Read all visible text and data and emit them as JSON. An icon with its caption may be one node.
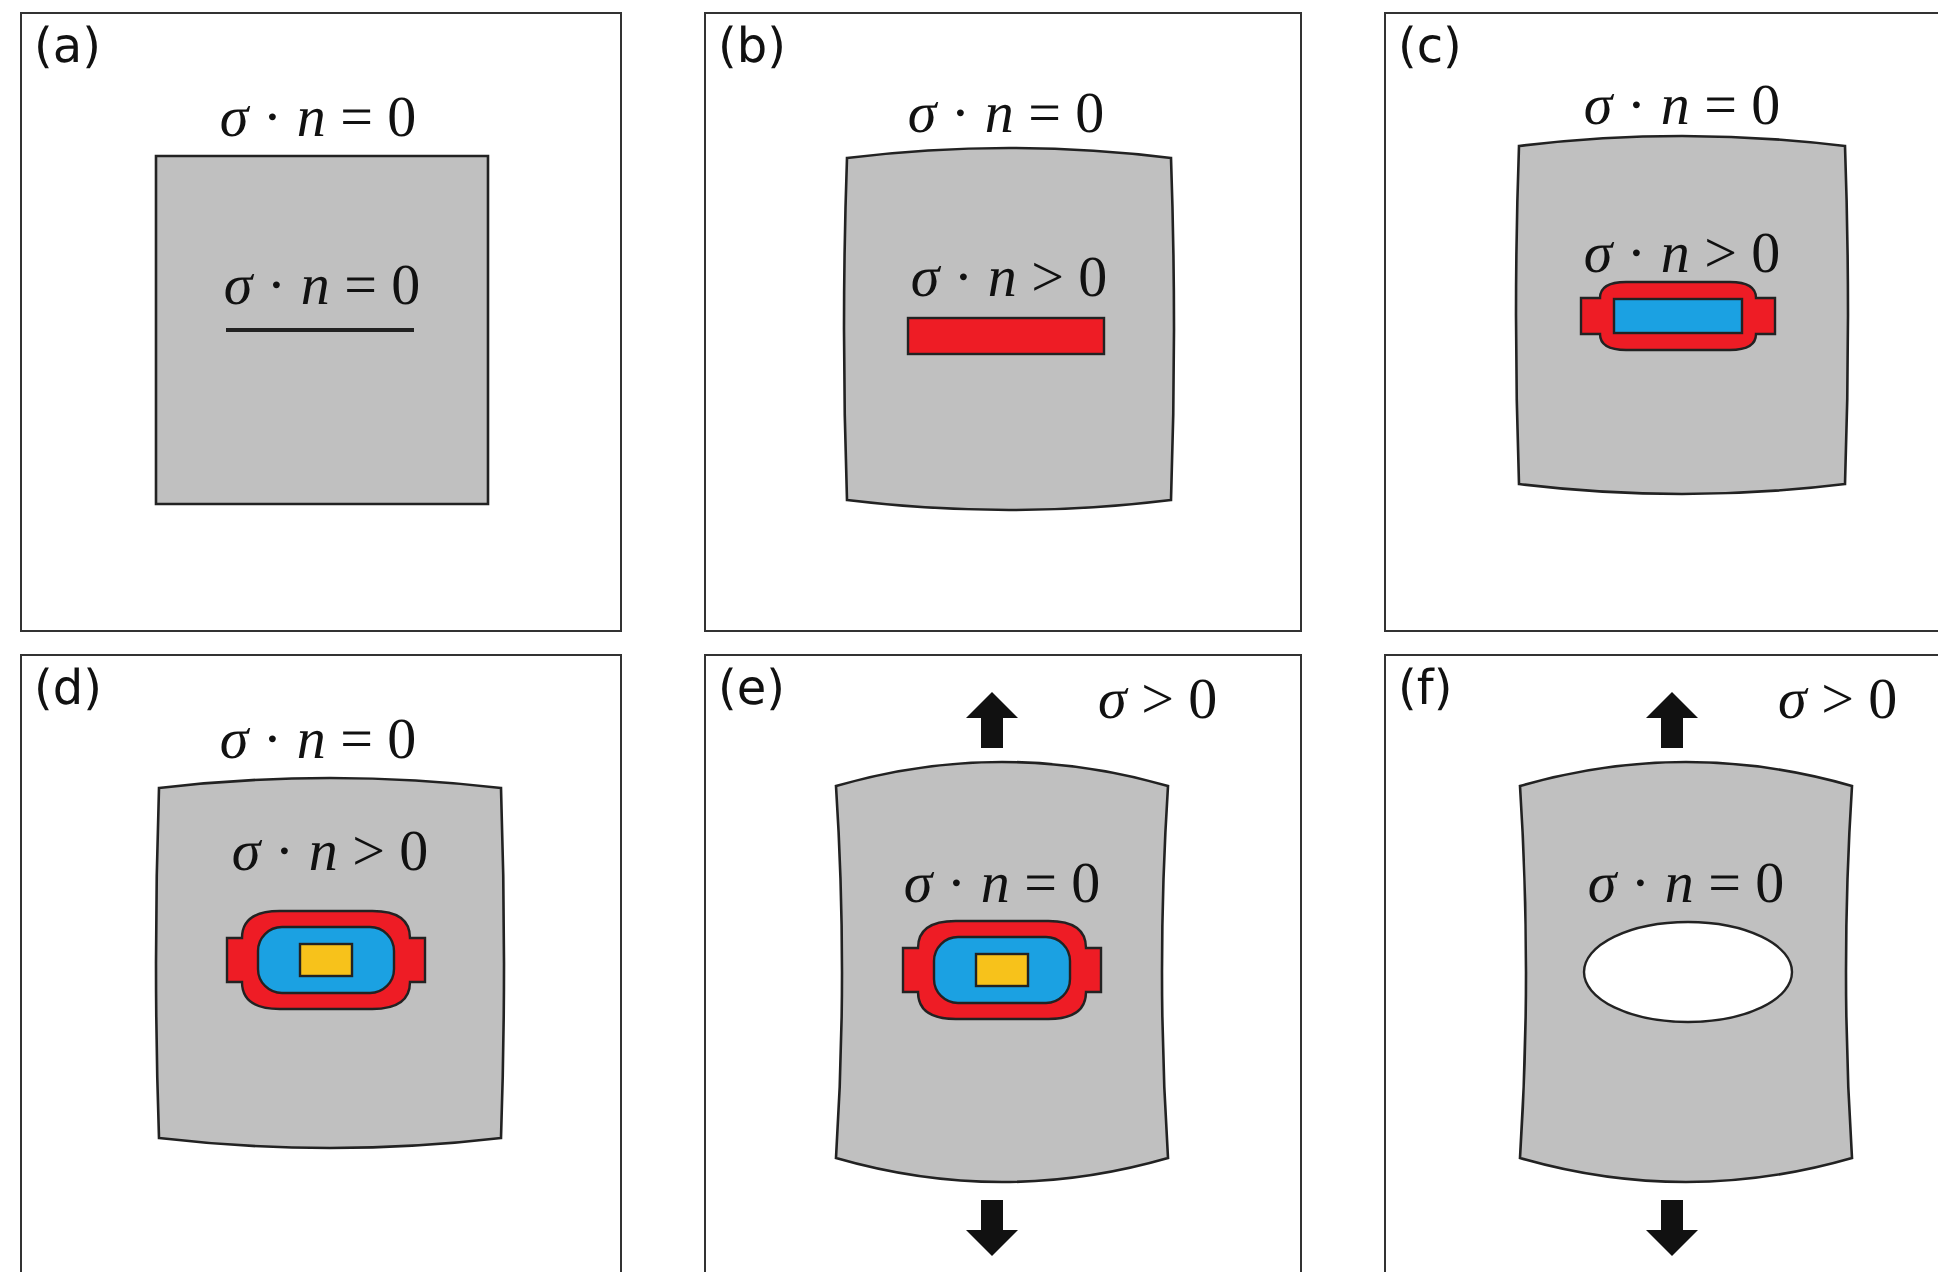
{
  "diagram": {
    "nodes": [
      {
        "text": [
          "(a)",
          "*σ* · *n* = 0"
        ]
      },
      {
        "text": [
          "*σ* · *n* = 0"
        ],
        "in": 0
      },
      {
        "text": [
          "(b)",
          "*σ* · *n* = 0"
        ]
      },
      {
        "text": [
          "*σ* · *n* > 0"
        ],
        "in": 2
      },
      {
        "text": [
          "(c)",
          "*σ* · *n* = 0"
        ]
      },
      {
        "text": [
          "*σ* · *n* > 0"
        ],
        "in": 4
      },
      {
        "text": [
          "(d)",
          "*σ* · *n* = 0"
        ]
      },
      {
        "text": [
          "*σ* · *n* > 0"
        ],
        "in": 6
      },
      {
        "text": [
          "(e)",
          "*σ* > 0"
        ]
      },
      {
        "text": [
          "*σ* · *n* = 0"
        ],
        "in": 8
      },
      {
        "text": [
          "(f)",
          "*σ* > 0"
        ]
      },
      {
        "text": [
          "*σ* · *n* = 0"
        ],
        "in": 10
      }
    ]
  }
}
